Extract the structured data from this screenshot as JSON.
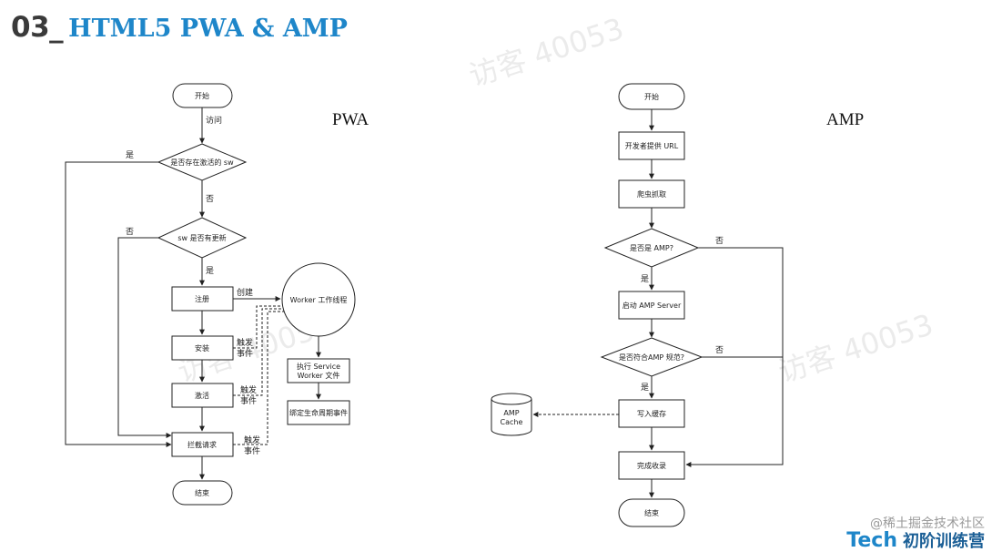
{
  "title": {
    "number": "03_",
    "text": "HTML5 PWA & AMP"
  },
  "watermark": "访客 40053",
  "footer": {
    "juejin": "@稀土掘金技术社区",
    "tech": "Tech",
    "camp": "初阶训练营"
  },
  "pwa": {
    "label": "PWA",
    "start": "开始",
    "visit": "访问",
    "decision_sw_active": "是否存在激活的 sw",
    "yes1": "是",
    "no1": "否",
    "decision_sw_update": "sw 是否有更新",
    "no2": "否",
    "yes2": "是",
    "register": "注册",
    "create": "创建",
    "install": "安装",
    "trigger_event_1": [
      "触发",
      "事件"
    ],
    "activate": "激活",
    "trigger_event_2": [
      "触发",
      "事件"
    ],
    "intercept": "拦截请求",
    "trigger_event_3": [
      "触发",
      "事件"
    ],
    "end": "结束",
    "worker_thread": "Worker 工作线程",
    "exec_sw": [
      "执行 Service",
      "Worker 文件"
    ],
    "bind_lifecycle": "绑定生命周期事件"
  },
  "amp": {
    "label": "AMP",
    "start": "开始",
    "dev_url": "开发者提供 URL",
    "crawl": "爬虫抓取",
    "is_amp": "是否是 AMP?",
    "no1": "否",
    "yes1": "是",
    "start_server": "启动 AMP Server",
    "conforms": "是否符合AMP 规范?",
    "no2": "否",
    "yes2": "是",
    "write_cache": "写入缓存",
    "amp_cache": [
      "AMP",
      "Cache"
    ],
    "done": "完成收录",
    "end": "结束"
  }
}
